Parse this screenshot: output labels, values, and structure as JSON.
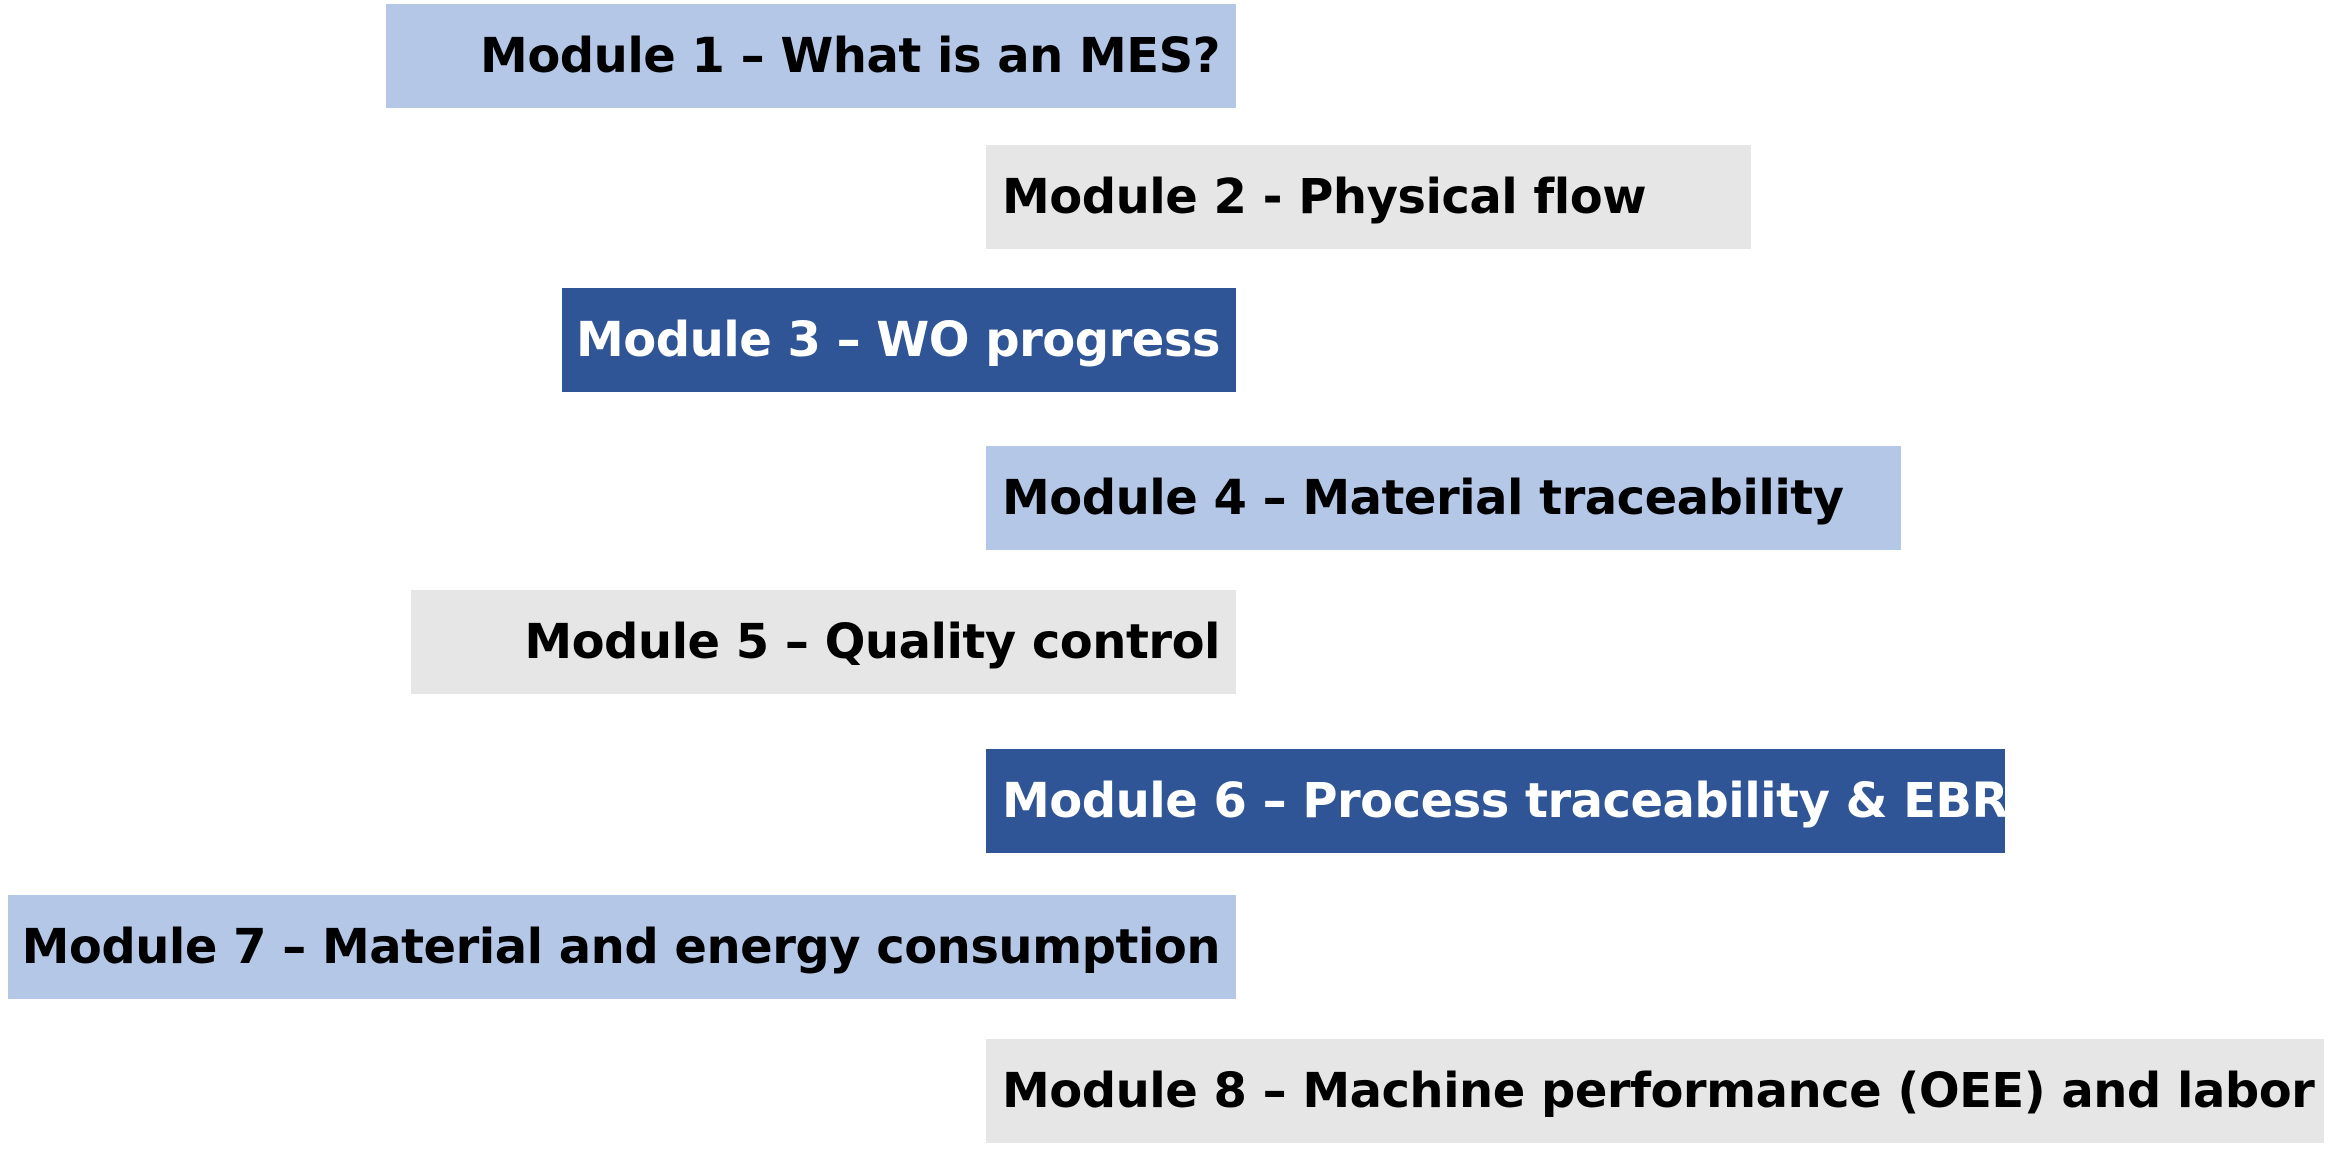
{
  "modules": [
    {
      "label": "Module 1 – What is an MES?",
      "color": "#b4c7e7",
      "text_color": "#000000"
    },
    {
      "label": "Module 2 - Physical flow",
      "color": "#e7e6e6",
      "text_color": "#000000"
    },
    {
      "label": "Module 3 – WO progress",
      "color": "#2f5597",
      "text_color": "#ffffff"
    },
    {
      "label": "Module 4 – Material traceability",
      "color": "#b4c7e7",
      "text_color": "#000000"
    },
    {
      "label": "Module 5 – Quality control",
      "color": "#e7e6e6",
      "text_color": "#000000"
    },
    {
      "label": "Module 6 – Process traceability & EBR",
      "color": "#2f5597",
      "text_color": "#ffffff"
    },
    {
      "label": "Module 7 – Material and energy consumption",
      "color": "#b4c7e7",
      "text_color": "#000000"
    },
    {
      "label": "Module 8 – Machine performance (OEE) and labor",
      "color": "#e7e6e6",
      "text_color": "#000000"
    }
  ]
}
